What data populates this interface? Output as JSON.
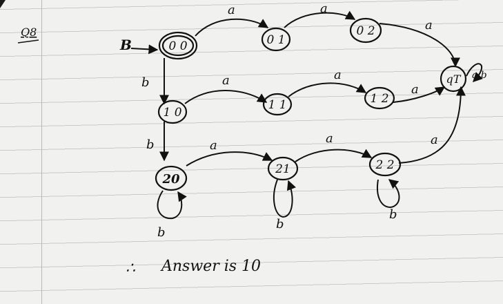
{
  "question_label": "Q8",
  "start_label": "B",
  "states": [
    {
      "id": "00",
      "label": "0 0"
    },
    {
      "id": "01",
      "label": "0 1"
    },
    {
      "id": "02",
      "label": "0 2"
    },
    {
      "id": "qT",
      "label": "qT"
    },
    {
      "id": "10",
      "label": "1 0"
    },
    {
      "id": "11",
      "label": "1 1"
    },
    {
      "id": "12",
      "label": "1 2"
    },
    {
      "id": "20",
      "label": "20"
    },
    {
      "id": "21",
      "label": "21"
    },
    {
      "id": "22",
      "label": "2 2"
    }
  ],
  "transitions": [
    {
      "from": "00",
      "to": "01",
      "label": "a"
    },
    {
      "from": "01",
      "to": "02",
      "label": "a"
    },
    {
      "from": "02",
      "to": "qT",
      "label": "a"
    },
    {
      "from": "00",
      "to": "10",
      "label": "b"
    },
    {
      "from": "10",
      "to": "11",
      "label": "a"
    },
    {
      "from": "11",
      "to": "12",
      "label": "a"
    },
    {
      "from": "12",
      "to": "qT",
      "label": "a"
    },
    {
      "from": "10",
      "to": "20",
      "label": "b"
    },
    {
      "from": "20",
      "to": "21",
      "label": "a"
    },
    {
      "from": "21",
      "to": "22",
      "label": "a"
    },
    {
      "from": "22",
      "to": "qT",
      "label": "a"
    },
    {
      "from": "20",
      "to": "20",
      "label": "b"
    },
    {
      "from": "21",
      "to": "21",
      "label": "b"
    },
    {
      "from": "22",
      "to": "22",
      "label": "b"
    },
    {
      "from": "qT",
      "to": "qT",
      "label": "a,b"
    }
  ],
  "answer": {
    "therefore_symbol": "∴",
    "text": "Answer is 10"
  }
}
